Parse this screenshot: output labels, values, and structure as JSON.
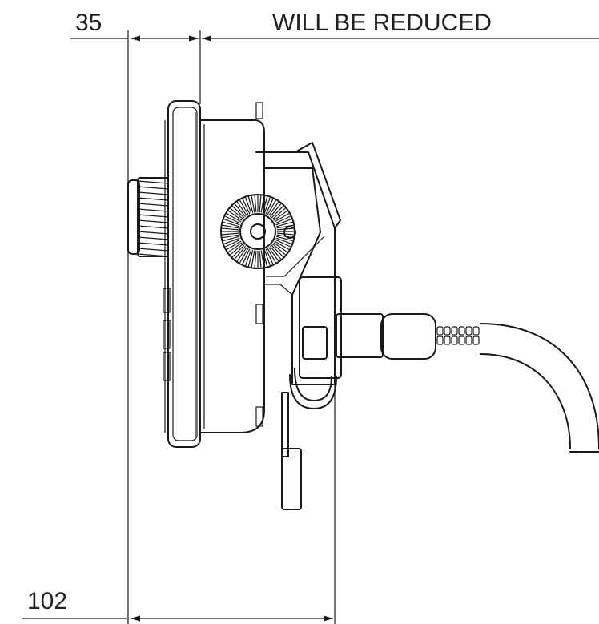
{
  "dimensions": {
    "top_left_value": "35",
    "top_right_label": "WILL BE REDUCED",
    "bottom_value": "102"
  }
}
